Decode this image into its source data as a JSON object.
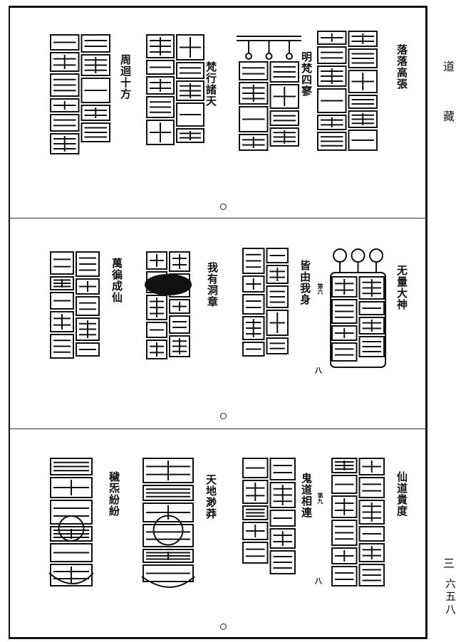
{
  "margin": {
    "collection_title_1": "道",
    "collection_title_2": "藏",
    "volume": "三",
    "page_number": "六五八"
  },
  "rows": [
    {
      "captions": [
        "落落高張",
        "明梵四寥",
        "梵行諸天",
        "周迴十方"
      ],
      "notes": []
    },
    {
      "captions": [
        "无量大神",
        "皆由我身",
        "我有洞章",
        "萬徧成仙"
      ],
      "notes": [
        "第六",
        "八"
      ]
    },
    {
      "captions": [
        "仙道貴度",
        "鬼道相連",
        "天地渺莽",
        "穢炁紛紛"
      ],
      "notes": [
        "第九",
        "八"
      ]
    }
  ]
}
